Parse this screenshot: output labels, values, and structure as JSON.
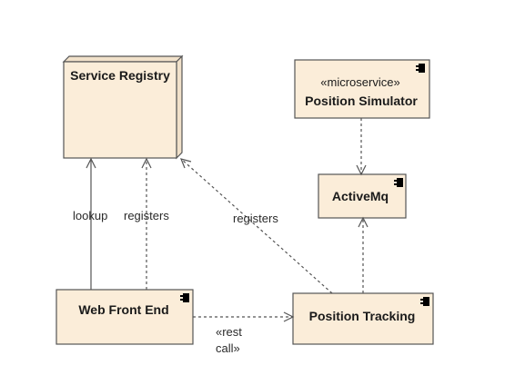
{
  "nodes": {
    "service_registry": {
      "title": "Service Registry"
    },
    "position_simulator": {
      "stereotype": "«microservice»",
      "title": "Position Simulator"
    },
    "activemq": {
      "title": "ActiveMq"
    },
    "web_front_end": {
      "title": "Web Front End"
    },
    "position_tracking": {
      "title": "Position Tracking"
    }
  },
  "edges": {
    "lookup": {
      "label": "lookup"
    },
    "registers_web": {
      "label": "registers"
    },
    "registers_tracking": {
      "label": "registers"
    },
    "rest_call": {
      "label_line1": "«rest",
      "label_line2": "call»"
    }
  }
}
